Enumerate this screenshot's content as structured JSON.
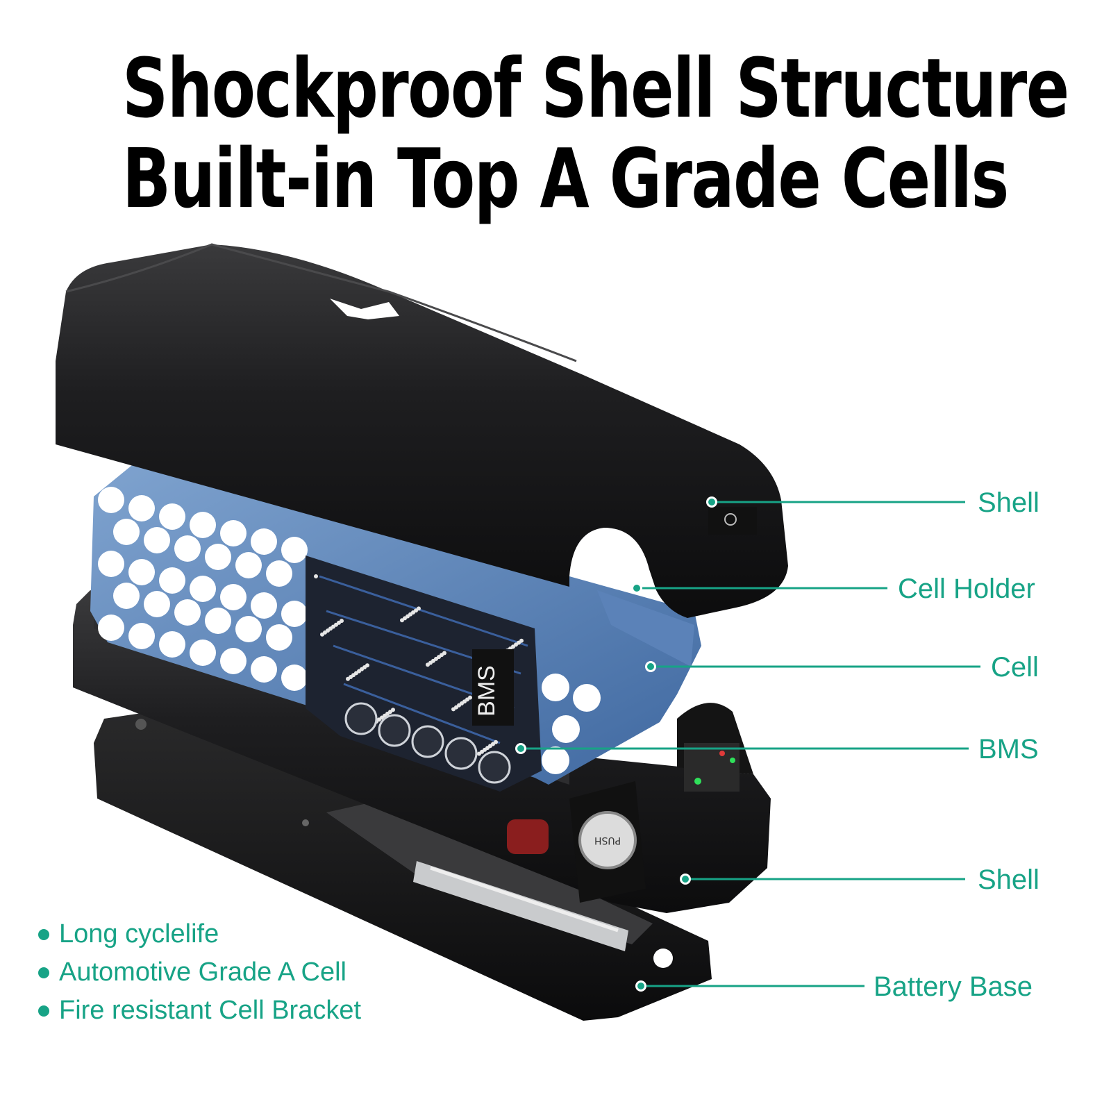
{
  "title": {
    "line1": "Shockproof Shell Structure",
    "line2": "Built-in Top A Grade Cells"
  },
  "accent_color": "#17a386",
  "callouts": [
    {
      "label": "Shell"
    },
    {
      "label": "Cell Holder"
    },
    {
      "label": "Cell"
    },
    {
      "label": "BMS"
    },
    {
      "label": "Shell"
    },
    {
      "label": "Battery Base"
    }
  ],
  "bms_label": "BMS",
  "push_label": "PUSH",
  "features": [
    "Long cyclelife",
    "Automotive Grade A Cell",
    "Fire resistant Cell Bracket"
  ]
}
